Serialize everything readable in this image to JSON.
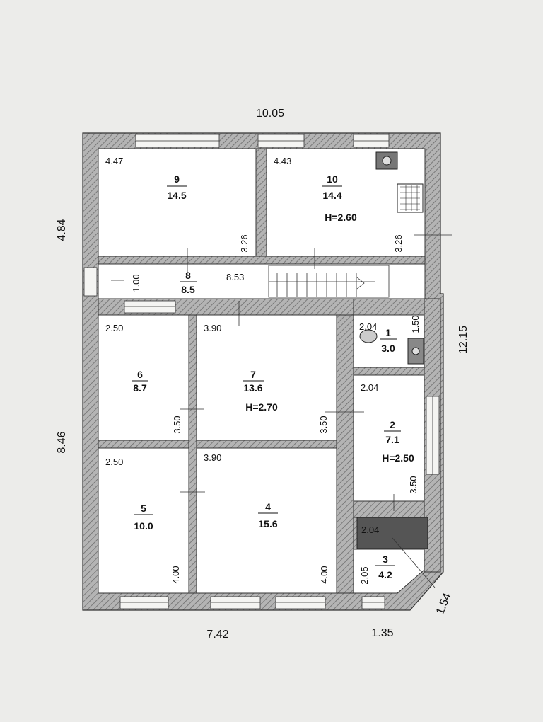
{
  "outer_dims": {
    "top": "10.05",
    "left_upper": "4.84",
    "left_lower": "8.46",
    "right": "12.15",
    "bottom_left": "7.42",
    "bottom_right": "1.35",
    "corner": "1.54"
  },
  "rooms": [
    {
      "id": "r9",
      "num": "9",
      "area": "14.5"
    },
    {
      "id": "r10",
      "num": "10",
      "area": "14.4",
      "height": "H=2.60"
    },
    {
      "id": "r8",
      "num": "8",
      "area": "8.5"
    },
    {
      "id": "r1",
      "num": "1",
      "area": "3.0"
    },
    {
      "id": "r6",
      "num": "6",
      "area": "8.7"
    },
    {
      "id": "r7",
      "num": "7",
      "area": "13.6",
      "height": "H=2.70"
    },
    {
      "id": "r2",
      "num": "2",
      "area": "7.1",
      "height": "H=2.50"
    },
    {
      "id": "r5",
      "num": "5",
      "area": "10.0"
    },
    {
      "id": "r4",
      "num": "4",
      "area": "15.6"
    },
    {
      "id": "r3",
      "num": "3",
      "area": "4.2"
    }
  ],
  "inner_dims": {
    "r9_w": "4.47",
    "r9_h": "3.26",
    "r10_w": "4.43",
    "r10_h": "3.26",
    "r8_w": "8.53",
    "r8_h": "1.00",
    "r1_w": "2.04",
    "r1_h": "1.50",
    "r6_w": "2.50",
    "r6_h": "3.50",
    "r7_w": "3.90",
    "r7_h": "3.50",
    "r2_w": "2.04",
    "r2_h": "3.50",
    "r5_w": "2.50",
    "r5_h": "4.00",
    "r4_w": "3.90",
    "r4_h": "4.00",
    "r3_w": "2.04",
    "r3_h": "2.05"
  },
  "colors": {
    "wall": "#9a9a9a",
    "wall_dark": "#555555",
    "floor": "#ffffff",
    "paper": "#ececea"
  }
}
